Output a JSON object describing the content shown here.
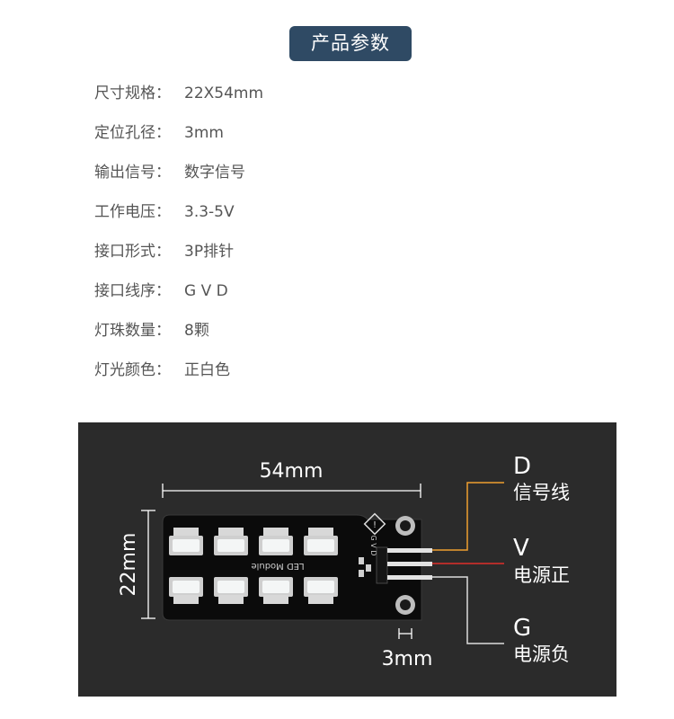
{
  "header": {
    "title": "产品参数"
  },
  "specs": [
    {
      "label": "尺寸规格：",
      "value": "22X54mm"
    },
    {
      "label": "定位孔径：",
      "value": "3mm"
    },
    {
      "label": "输出信号：",
      "value": "数字信号"
    },
    {
      "label": "工作电压：",
      "value": "3.3-5V"
    },
    {
      "label": "接口形式：",
      "value": "3P排针"
    },
    {
      "label": "接口线序：",
      "value": "G  V  D"
    },
    {
      "label": "灯珠数量：",
      "value": "8颗"
    },
    {
      "label": "灯光颜色：",
      "value": "正白色"
    }
  ],
  "diagram": {
    "width_label": "54mm",
    "height_label": "22mm",
    "hole_label": "3mm",
    "board_text": "LED Module",
    "pin_marks": "G V D",
    "pins": [
      {
        "letter": "D",
        "name": "信号线",
        "color": "#f0a030"
      },
      {
        "letter": "V",
        "name": "电源正",
        "color": "#e0302a"
      },
      {
        "letter": "G",
        "name": "电源负",
        "color": "#dddddd"
      }
    ]
  }
}
